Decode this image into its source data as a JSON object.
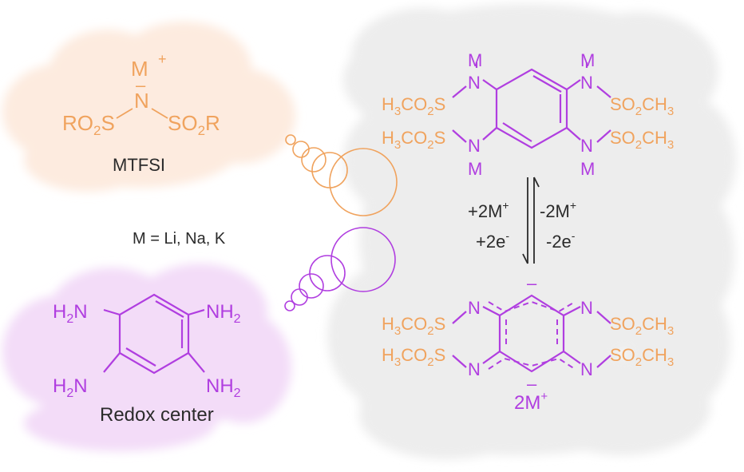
{
  "colors": {
    "orange": "#f0a35e",
    "purple": "#b03ee0",
    "text": "#2b2b2b",
    "cloud_orange": "#fdebdf",
    "cloud_purple": "#f3dcf8",
    "cloud_gray": "#ededed"
  },
  "mtfsi": {
    "cation": "M",
    "cation_charge": "+",
    "anion_charge": "–",
    "nitrogen": "N",
    "left_group_1": "RO",
    "left_group_sub": "2",
    "left_group_2": "S",
    "right_group_1": "SO",
    "right_group_sub": "2",
    "right_group_2": "R",
    "caption": "MTFSI"
  },
  "m_definition": "M = Li, Na, K",
  "redox": {
    "amine_1": "H",
    "amine_sub": "2",
    "amine_2": "N",
    "amine_right_1": "NH",
    "amine_right_sub": "2",
    "caption": "Redox center"
  },
  "reduced": {
    "metal": "M",
    "nitrogen": "N",
    "left_a": "H",
    "left_sub1": "3",
    "left_b": "CO",
    "left_sub2": "2",
    "left_c": "S",
    "right_a": "SO",
    "right_sub1": "2",
    "right_b": "CH",
    "right_sub2": "3"
  },
  "reaction": {
    "forward_ion": "+2M",
    "forward_ion_charge": "+",
    "forward_electrons": "+2e",
    "forward_electrons_charge": "-",
    "reverse_ion": "-2M",
    "reverse_ion_charge": "+",
    "reverse_electrons": "-2e",
    "reverse_electrons_charge": "-"
  },
  "oxidized": {
    "nitrogen": "N",
    "top_charge": "–",
    "bottom_charge": "–",
    "counter_ion": "2M",
    "counter_ion_charge": "+"
  }
}
